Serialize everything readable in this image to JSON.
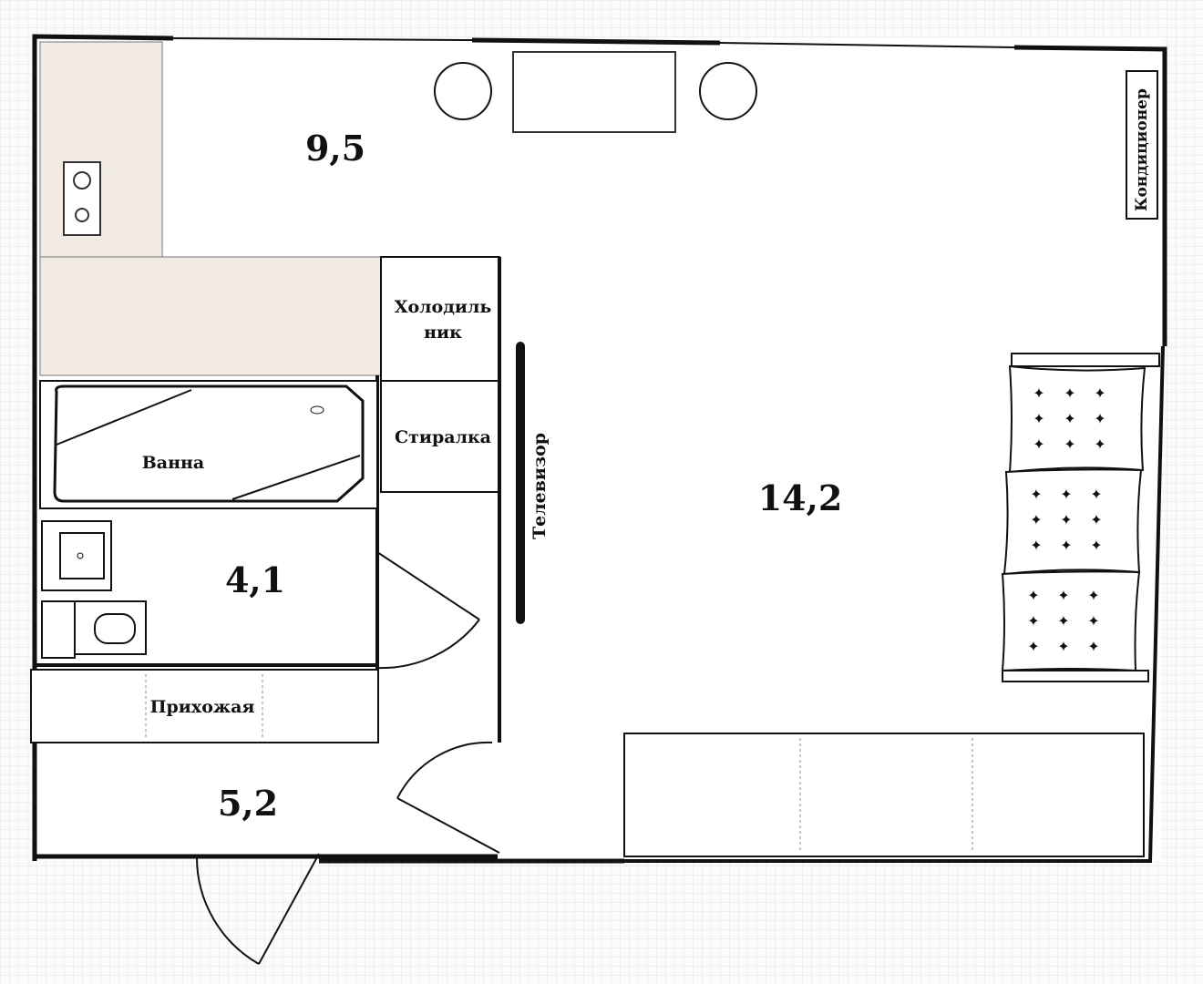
{
  "areas": {
    "kitchen": "9,5",
    "living": "14,2",
    "bathroom": "4,1",
    "hall": "5,2"
  },
  "labels": {
    "fridge_line1": "Холодиль",
    "fridge_line2": "ник",
    "washer": "Стиралка",
    "bath": "Ванна",
    "hallway": "Прихожая",
    "tv": "Телевизор",
    "ac": "Кондиционер"
  },
  "colors": {
    "grid": "#e3e6e3",
    "wall": "#111111",
    "counter": "#f1ebe3"
  }
}
